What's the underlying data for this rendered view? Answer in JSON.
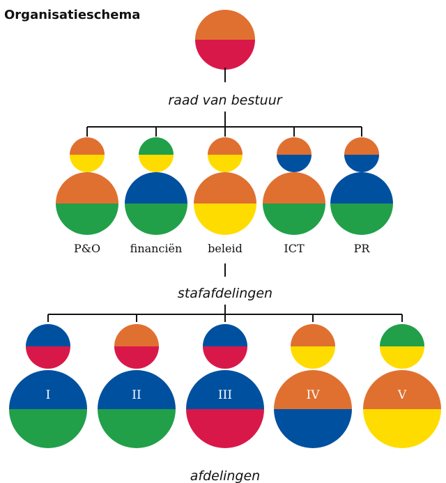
{
  "title": "Organisatieschema",
  "colors": {
    "orange": "#e07030",
    "red": "#d9184a",
    "yellow": "#ffdc00",
    "blue": "#0050a0",
    "green": "#21a049",
    "line": "#111111"
  },
  "board": {
    "caption": "raad van bestuur",
    "top": "orange",
    "bottom": "red"
  },
  "staff": {
    "caption": "stafafdelingen",
    "units": [
      {
        "label": "P&O",
        "small": [
          "orange",
          "yellow"
        ],
        "large": [
          "orange",
          "green"
        ]
      },
      {
        "label": "financiën",
        "small": [
          "green",
          "yellow"
        ],
        "large": [
          "blue",
          "green"
        ]
      },
      {
        "label": "beleid",
        "small": [
          "orange",
          "yellow"
        ],
        "large": [
          "orange",
          "yellow"
        ]
      },
      {
        "label": "ICT",
        "small": [
          "orange",
          "blue"
        ],
        "large": [
          "orange",
          "green"
        ]
      },
      {
        "label": "PR",
        "small": [
          "orange",
          "blue"
        ],
        "large": [
          "blue",
          "green"
        ]
      }
    ]
  },
  "departments": {
    "caption": "afdelingen",
    "units": [
      {
        "label": "I",
        "small": [
          "blue",
          "red"
        ],
        "large": [
          "blue",
          "green"
        ]
      },
      {
        "label": "II",
        "small": [
          "orange",
          "red"
        ],
        "large": [
          "blue",
          "green"
        ]
      },
      {
        "label": "III",
        "small": [
          "blue",
          "red"
        ],
        "large": [
          "blue",
          "red"
        ]
      },
      {
        "label": "IV",
        "small": [
          "orange",
          "yellow"
        ],
        "large": [
          "orange",
          "blue"
        ]
      },
      {
        "label": "V",
        "small": [
          "green",
          "yellow"
        ],
        "large": [
          "orange",
          "yellow"
        ]
      }
    ]
  }
}
